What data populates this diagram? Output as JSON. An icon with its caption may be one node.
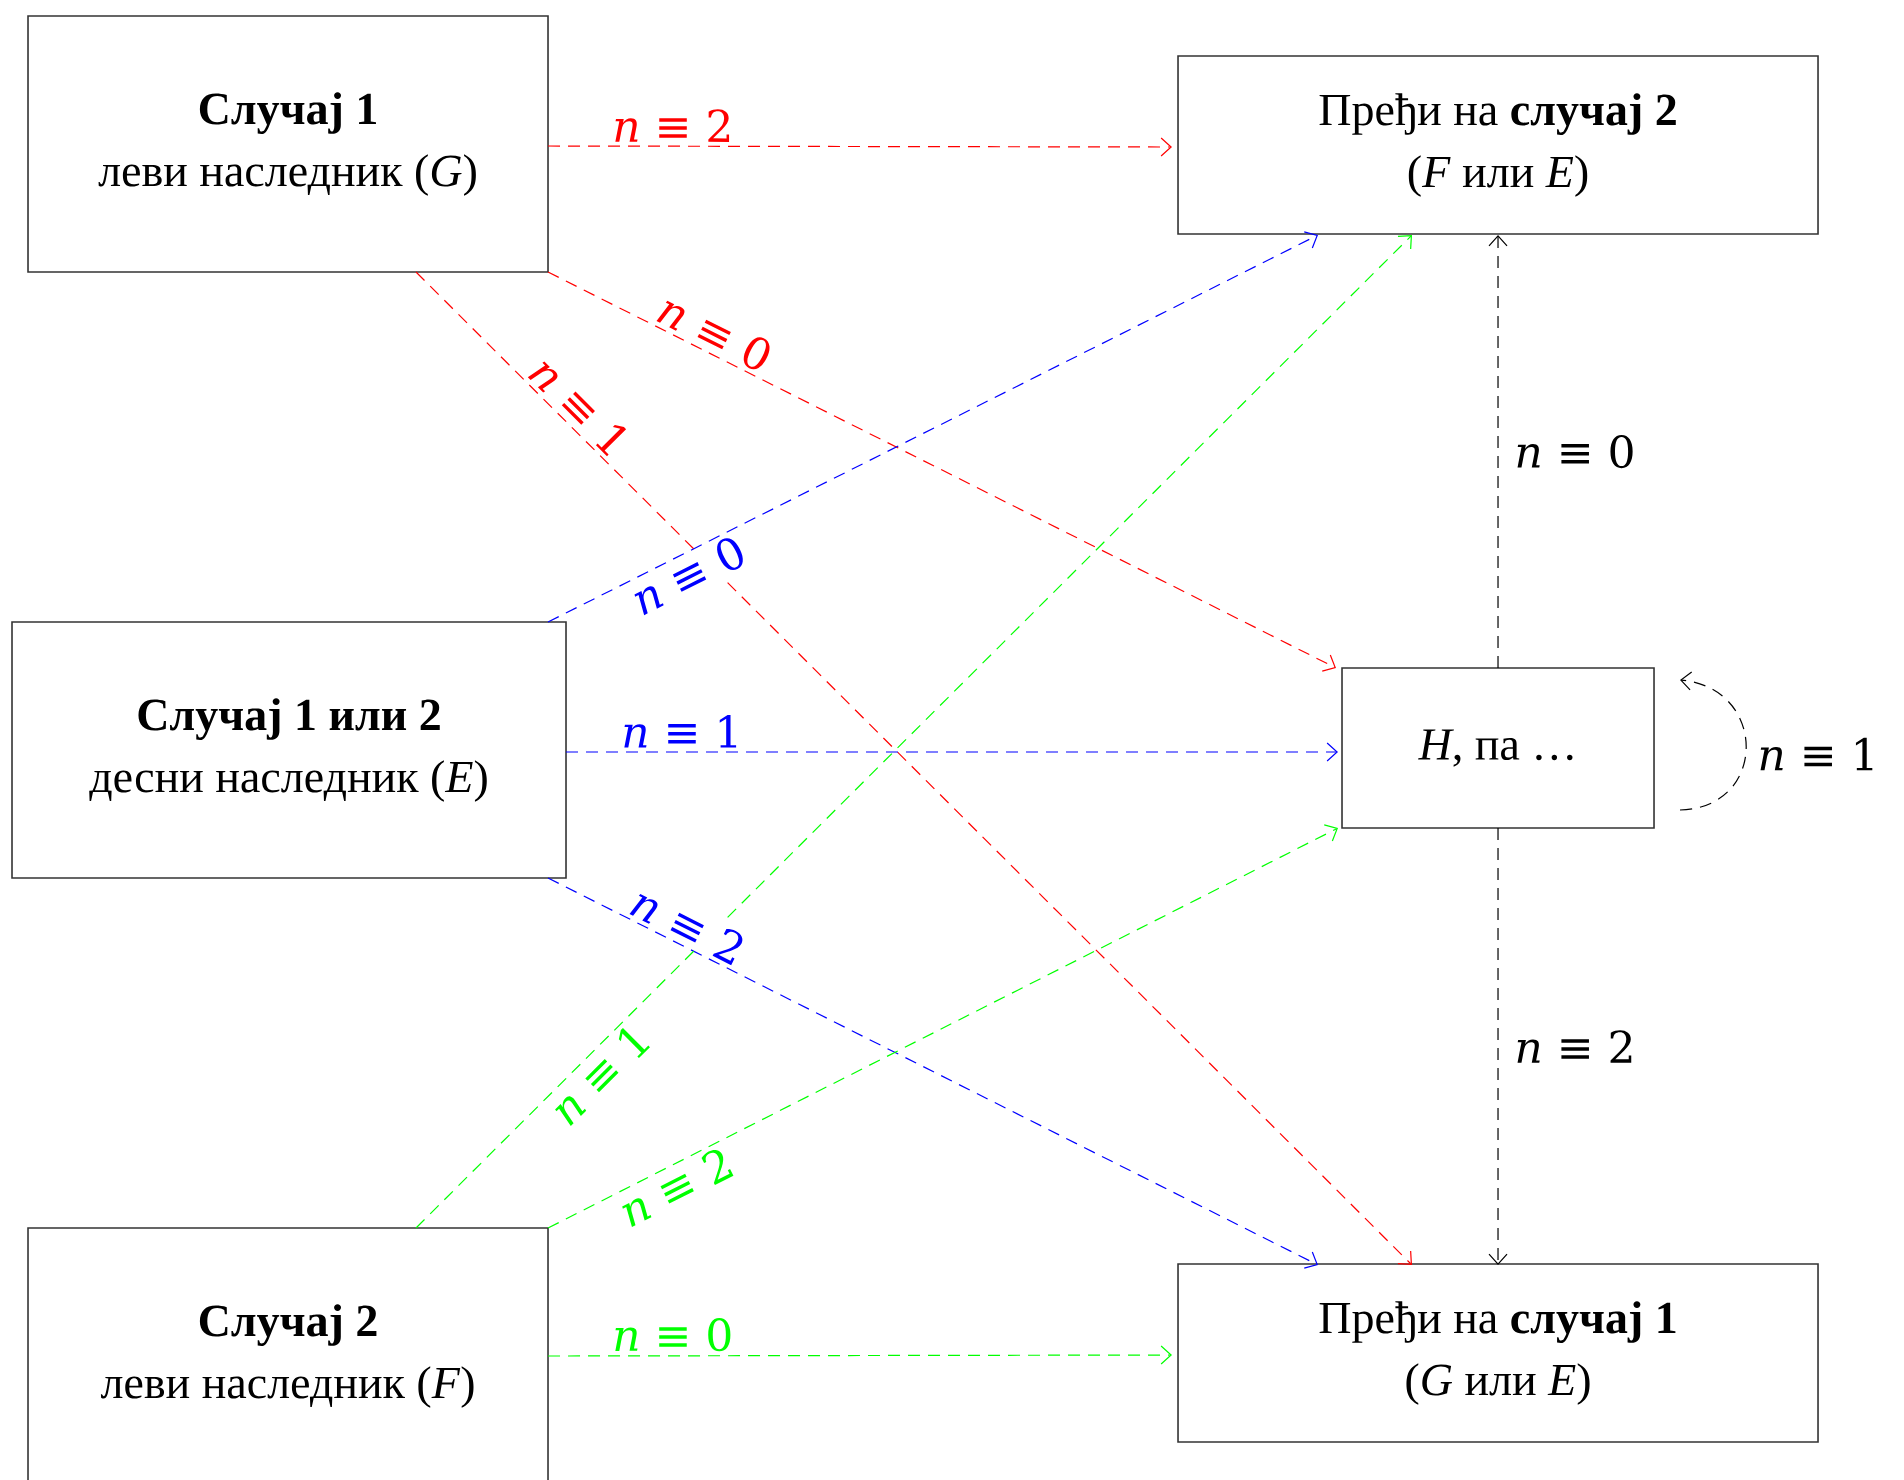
{
  "diagram": {
    "nodes": [
      {
        "text": [
          "Случај 1",
          "леви наследник (*G*)"
        ]
      },
      {
        "text": [
          "Случај 1 или 2",
          "десни наследник (*E*)"
        ]
      },
      {
        "text": [
          "Случај 2",
          "леви наследник (*F*)"
        ]
      },
      {
        "text": [
          "Пређи на **случај 2**",
          "(*F* или *E*)"
        ]
      },
      {
        "text": [
          "*H*, па …"
        ]
      },
      {
        "text": [
          "Пређи на **случај 1**",
          "(*G* или *E*)"
        ]
      }
    ],
    "edges": [
      {
        "from": 0,
        "to": 3,
        "arrow": "to",
        "label": "*n* ≡ 2",
        "style": "dashed",
        "color": "#ff0000"
      },
      {
        "from": 0,
        "to": 4,
        "arrow": "to",
        "label": "*n* ≡ 0",
        "style": "dashed",
        "color": "#ff0000"
      },
      {
        "from": 0,
        "to": 5,
        "arrow": "to",
        "label": "*n* ≡ 1",
        "style": "dashed",
        "color": "#ff0000"
      },
      {
        "from": 1,
        "to": 3,
        "arrow": "to",
        "label": "*n* ≡ 0",
        "style": "dashed",
        "color": "#0000ff"
      },
      {
        "from": 1,
        "to": 4,
        "arrow": "to",
        "label": "*n* ≡ 1",
        "style": "dashed",
        "color": "#0000ff"
      },
      {
        "from": 1,
        "to": 5,
        "arrow": "to",
        "label": "*n* ≡ 2",
        "style": "dashed",
        "color": "#0000ff"
      },
      {
        "from": 2,
        "to": 3,
        "arrow": "to",
        "label": "*n* ≡ 1",
        "style": "dashed",
        "color": "#00ff00"
      },
      {
        "from": 2,
        "to": 4,
        "arrow": "to",
        "label": "*n* ≡ 2",
        "style": "dashed",
        "color": "#00ff00"
      },
      {
        "from": 2,
        "to": 5,
        "arrow": "to",
        "label": "*n* ≡ 0",
        "style": "dashed",
        "color": "#00ff00"
      },
      {
        "from": 4,
        "to": 3,
        "arrow": "to",
        "label": "*n* ≡ 0",
        "style": "dashed",
        "color": "#000000"
      },
      {
        "from": 4,
        "to": 4,
        "arrow": "to",
        "label": "*n* ≡ 1",
        "style": "dashed",
        "color": "#000000"
      },
      {
        "from": 4,
        "to": 5,
        "arrow": "to",
        "label": "*n* ≡ 2",
        "style": "dashed",
        "color": "#000000"
      }
    ]
  }
}
